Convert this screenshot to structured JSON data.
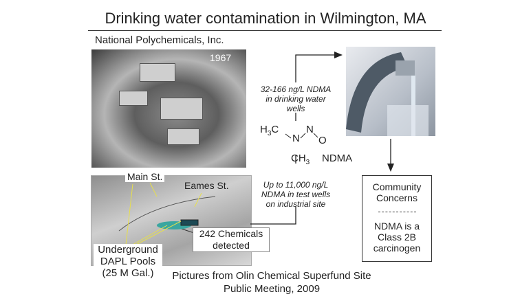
{
  "title": "Drinking water contamination in Wilmington, MA",
  "company": "National Polychemicals, Inc.",
  "photo_year": "1967",
  "map": {
    "main_st": "Main St.",
    "eames_st": "Eames St.",
    "chemicals_line1": "242 Chemicals",
    "chemicals_line2": "detected",
    "dapl_line1": "Underground",
    "dapl_line2": "DAPL Pools",
    "dapl_line3": "(25 M Gal.)"
  },
  "drinking": {
    "line1": "32-166 ng/L NDMA",
    "line2": "in drinking water",
    "line3": "wells"
  },
  "test": {
    "line1": "Up to 11,000 ng/L",
    "line2": "NDMA in test wells",
    "line3": "on industrial site"
  },
  "molecule": {
    "name": "NDMA",
    "h3c": "H3C",
    "n": "N",
    "o": "O",
    "ch3": "CH3"
  },
  "concerns": {
    "line1": "Community",
    "line2": "Concerns",
    "line3": "NDMA is a",
    "line4": "Class 2B",
    "line5": "carcinogen"
  },
  "caption": {
    "line1": "Pictures from Olin Chemical Superfund Site",
    "line2": "Public Meeting, 2009"
  }
}
